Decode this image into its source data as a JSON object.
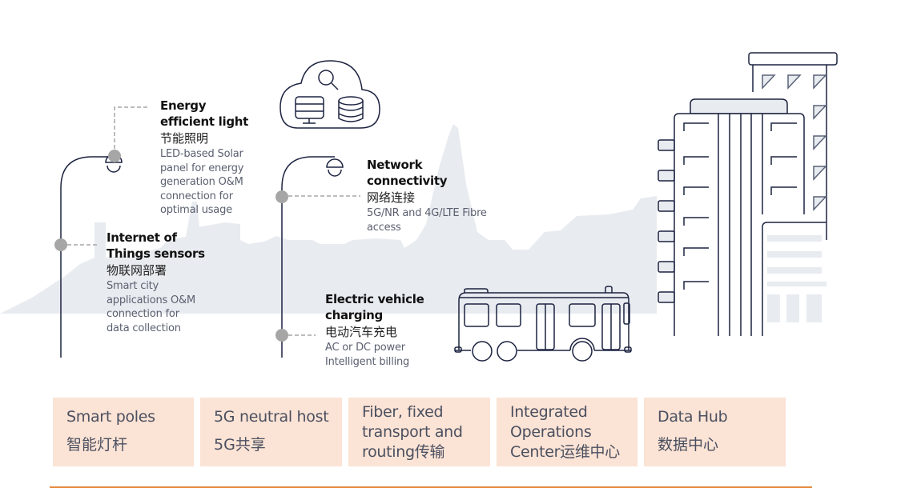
{
  "colors": {
    "skyline": "#e8ebef",
    "line": "#1c2340",
    "pole": "#5a6278",
    "dot": "#a6a6a6",
    "card_bg": "#fbe3d5",
    "accent_rule": "#e48a3d"
  },
  "icons": {
    "cloud": "cloud-icon",
    "search": "magnifier-icon",
    "server": "server-monitor-icon",
    "database": "database-icon",
    "bus": "electric-bus-icon",
    "buildings": "office-buildings-icon"
  },
  "callouts": [
    {
      "title": "Energy efficient light",
      "title_lines": [
        "Energy",
        "efficient light"
      ],
      "zh": "节能照明",
      "desc_lines": [
        "LED-based Solar",
        "panel for energy",
        "generation O&M",
        "connection for",
        "optimal usage"
      ]
    },
    {
      "title": "Internet of Things sensors",
      "title_lines": [
        "Internet of",
        "Things sensors"
      ],
      "zh": "物联网部署",
      "desc_lines": [
        "Smart city",
        "applications O&M",
        "connection for",
        "data collection"
      ]
    },
    {
      "title": "Network connectivity",
      "title_lines": [
        "Network",
        "connectivity"
      ],
      "zh": "网络连接",
      "desc_lines": [
        "5G/NR and 4G/LTE Fibre",
        "access"
      ]
    },
    {
      "title": "Electric vehicle charging",
      "title_lines": [
        "Electric vehicle",
        "charging"
      ],
      "zh": "电动汽车充电",
      "desc_lines": [
        "AC or DC power",
        "Intelligent  billing"
      ]
    }
  ],
  "cards": [
    {
      "en_lines": [
        "Smart poles"
      ],
      "zh": "智能灯杆"
    },
    {
      "en_lines": [
        "5G neutral host"
      ],
      "zh": "5G共享"
    },
    {
      "en_lines": [
        "Fiber, fixed",
        "transport and",
        "routing传输"
      ],
      "zh": ""
    },
    {
      "en_lines": [
        "Integrated",
        "Operations",
        "Center运维中心"
      ],
      "zh": ""
    },
    {
      "en_lines": [
        "Data Hub"
      ],
      "zh": "数据中心"
    }
  ]
}
